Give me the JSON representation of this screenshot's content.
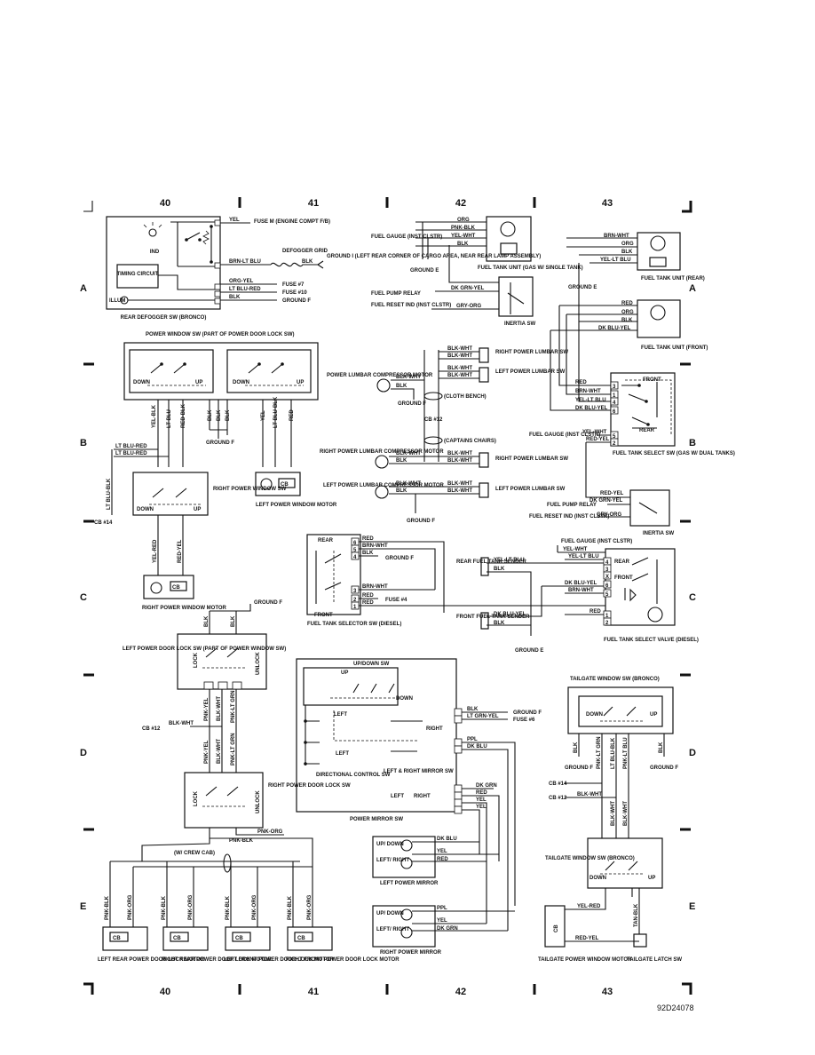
{
  "grid": {
    "columns_top": [
      "40",
      "41",
      "42",
      "43"
    ],
    "columns_bottom": [
      "40",
      "41",
      "42",
      "43"
    ],
    "rows_left": [
      "A",
      "B",
      "C",
      "D",
      "E"
    ],
    "rows_right": [
      "A",
      "B",
      "C",
      "D",
      "E"
    ]
  },
  "figure_id": "92D24078",
  "defogger": {
    "title": "REAR DEFOGGER SW (BRONCO)",
    "ind": "IND",
    "timing": "TIMING CIRCUIT",
    "illum": "ILLUM",
    "wires": [
      "YEL",
      "BRN-LT BLU",
      "ORG-YEL",
      "LT BLU-RED",
      "BLK"
    ],
    "fuse_m": "FUSE M (ENGINE COMPT F/B)",
    "grid_label": "DEFOGGER GRID",
    "grid_out": "BLK",
    "ground_i": "GROUND I (LEFT REAR CORNER OF CARGO AREA, NEAR REAR LAMP ASSEMBLY)",
    "fuse7": "FUSE #7",
    "fuse10": "FUSE #10",
    "ground_f": "GROUND F"
  },
  "fuel_unit_single": {
    "gauge": "FUEL GAUGE (INST CLSTR)",
    "wires": [
      "ORG",
      "PNK-BLK",
      "YEL-WHT",
      "BLK"
    ],
    "ground_e": "GROUND E",
    "unit": "FUEL TANK UNIT (GAS W/ SINGLE TANK)",
    "relay": "FUEL PUMP RELAY",
    "relay_wire": "DK GRN-YEL",
    "reset": "FUEL RESET IND (INST CLSTR)",
    "reset_wire": "GRY-ORG",
    "inertia": "INERTIA SW"
  },
  "fuel_tank_rear": {
    "wires": [
      "BRN-WHT",
      "ORG",
      "BLK",
      "YEL-LT BLU"
    ],
    "ground_e": "GROUND E",
    "unit": "FUEL TANK UNIT (REAR)"
  },
  "fuel_tank_front": {
    "wires": [
      "RED",
      "ORG",
      "BLK",
      "DK BLU-YEL"
    ],
    "unit": "FUEL TANK UNIT (FRONT)"
  },
  "dual_select": {
    "wires": [
      "RED",
      "BRN-WHT",
      "YEL-LT BLU",
      "DK BLU-YEL",
      "YEL-WHT",
      "RED-YEL"
    ],
    "pins": [
      "3",
      "1",
      "4",
      "6",
      "5",
      "2"
    ],
    "front": "FRONT",
    "rear": "REAR",
    "gauge": "FUEL GAUGE (INST CLSTR)",
    "title": "FUEL TANK SELECT SW (GAS W/ DUAL TANKS)",
    "relay": "FUEL PUMP RELAY",
    "relay_wires": [
      "RED-YEL",
      "DK GRN-YEL",
      "GRY-ORG"
    ],
    "reset": "FUEL RESET IND (INST CLSTR)",
    "inertia": "INERTIA SW"
  },
  "power_window": {
    "title": "POWER WINDOW SW (PART OF POWER DOOR LOCK SW)",
    "down": "DOWN",
    "up": "UP",
    "wires": [
      "YEL-BLK",
      "LT BLU",
      "RED-BLK",
      "BLK",
      "BLK",
      "BLK",
      "YEL",
      "LT BLU-BLK",
      "RED"
    ],
    "ground_f": "GROUND F",
    "feed1": "LT BLU-RED",
    "feed2": "LT BLU-RED",
    "feed3": "LT BLU-BLK",
    "cb14": "CB #14",
    "right_sw": "RIGHT POWER WINDOW SW",
    "left_motor": "LEFT POWER WINDOW MOTOR",
    "right_wires": [
      "YEL-RED",
      "RED-YEL"
    ],
    "right_motor": "RIGHT POWER WINDOW MOTOR",
    "cb": "CB"
  },
  "lumbar": {
    "power_motor": "POWER LUMBAR COMPRESSOR MOTOR",
    "right_motor": "RIGHT POWER LUMBAR COMPRESSOR MOTOR",
    "left_motor": "LEFT POWER LUMBAR COMPRESSOR MOTOR",
    "right_sw": "RIGHT POWER LUMBAR SW",
    "left_sw": "LEFT POWER LUMBAR SW",
    "wires": [
      "BLK-WHT",
      "BLK"
    ],
    "cloth": "(CLOTH BENCH)",
    "captains": "(CAPTAINS CHAIRS)",
    "cb12": "CB #12",
    "ground_f": "GROUND F"
  },
  "diesel": {
    "rear": "REAR",
    "front": "FRONT",
    "pins": [
      "6",
      "5",
      "4",
      "3",
      "2",
      "1"
    ],
    "wires": [
      "RED",
      "BRN-WHT",
      "BLK",
      "BRN-WHT",
      "RED",
      "RED"
    ],
    "ground_f": "GROUND F",
    "fuse4": "FUSE #4",
    "selector": "FUEL TANK SELECTOR SW (DIESEL)",
    "rear_sender": "REAR FUEL TANK SENDER",
    "rear_wires": [
      "YEL-LT BLU",
      "BLK"
    ],
    "front_sender": "FRONT FUEL TANK SENDER",
    "front_wires": [
      "DK BLU-YEL",
      "BLK"
    ],
    "ground_e": "GROUND E",
    "gauge": "FUEL GAUGE (INST CLSTR)",
    "valve_wires": [
      "YEL-WHT",
      "YEL-LT BLU",
      "DK BLU-YEL",
      "BRN-WHT",
      "RED"
    ],
    "valve_pins": [
      "4",
      "3",
      "X",
      "6",
      "5",
      "1",
      "2"
    ],
    "valve": "FUEL TANK SELECT VALVE (DIESEL)"
  },
  "door_lock": {
    "ground_f": "GROUND F",
    "top_wires": [
      "BLK",
      "BLK"
    ],
    "left_sw": "LEFT POWER DOOR LOCK SW (PART OF POWER WINDOW SW)",
    "lock": "LOCK",
    "unlock": "UNLOCK",
    "wires": [
      "PNK-YEL",
      "BLK-WHT",
      "PNK-LT GRN"
    ],
    "cb12": "CB #12",
    "feed": "BLK-WHT",
    "right_sw": "RIGHT POWER DOOR LOCK SW",
    "bottom": [
      "PNK-ORG",
      "PNK-BLK"
    ],
    "crew": "(W/ CREW CAB)",
    "motor_wires": [
      "PNK-BLK",
      "PNK-ORG",
      "PNK-BLK",
      "PNK-ORG",
      "PNK-BLK",
      "PNK-ORG",
      "PNK-BLK",
      "PNK-ORG"
    ],
    "motors": [
      "LEFT REAR POWER DOOR LOCK MOTOR",
      "RIGHT REAR POWER DOOR LOCK MOTOR",
      "LEFT FRONT POWER DOOR LOCK MOTOR",
      "RIGHT FRONT POWER DOOR LOCK MOTOR"
    ],
    "cb": "CB"
  },
  "mirror": {
    "updown": "UP/DOWN SW",
    "up": "UP",
    "down": "DOWN",
    "left": "LEFT",
    "right": "RIGHT",
    "directional": "DIRECTIONAL CONTROL SW",
    "lr_sw": "LEFT & RIGHT MIRROR SW",
    "title": "POWER MIRROR SW",
    "wires": [
      "BLK",
      "LT GRN-YEL",
      "PPL",
      "DK BLU",
      "DK GRN",
      "RED",
      "YEL",
      "YEL"
    ],
    "ground_f": "GROUND F",
    "fuse6": "FUSE #6",
    "left_wires": [
      "DK BLU",
      "YEL",
      "RED"
    ],
    "left_mirror": "LEFT POWER MIRROR",
    "right_wires": [
      "PPL",
      "YEL",
      "DK GRN"
    ],
    "right_mirror": "RIGHT POWER MIRROR",
    "updown2": "UP/ DOWN",
    "leftright": "LEFT/ RIGHT"
  },
  "tailgate": {
    "title": "TAILGATE WINDOW SW (BRONCO)",
    "down": "DOWN",
    "up": "UP",
    "wires": [
      "BLK",
      "PNK-LT GRN",
      "LT BLU-BLK",
      "PNK-LT BLU",
      "BLK"
    ],
    "ground_f": "GROUND F",
    "cb14": "CB #14",
    "cb12": "CB #12",
    "feed": "BLK-WHT",
    "mid": [
      "BLK-WHT",
      "BLK-WHT"
    ],
    "sw2": "TAILGATE WINDOW SW (BRONCO)",
    "out": [
      "YEL-RED",
      "TAN-BLK",
      "RED-YEL"
    ],
    "motor": "TAILGATE POWER WINDOW MOTOR",
    "latch": "TAILGATE LATCH SW",
    "cb": "CB"
  }
}
